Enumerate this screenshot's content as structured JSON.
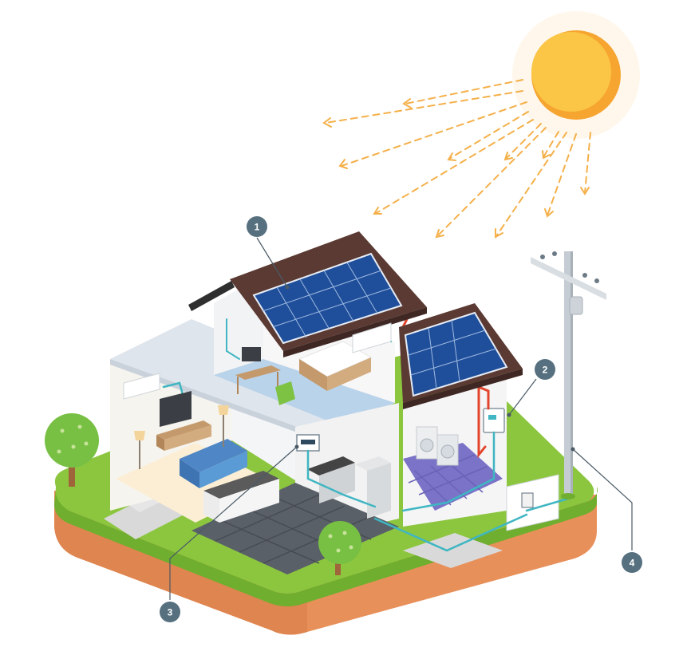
{
  "markers": [
    {
      "id": "1",
      "label": "1"
    },
    {
      "id": "2",
      "label": "2"
    },
    {
      "id": "3",
      "label": "3"
    },
    {
      "id": "4",
      "label": "4"
    }
  ],
  "colors": {
    "sun": "#f9b233",
    "sun_light": "#fcd25a",
    "ray": "#f4b04a",
    "marker": "#56707f",
    "grass": "#8cc63f",
    "grass_dark": "#6fae2e",
    "soil": "#e8905a",
    "soil_dark": "#d97b45",
    "roof": "#5b3a33",
    "panel": "#1f4f9b",
    "wall": "#f2f2f2",
    "floor_kitchen": "#555b63",
    "floor_laundry": "#7b73c8",
    "wire_red": "#e2452b",
    "wire_teal": "#3fb6c2",
    "sofa": "#5b9bd5"
  }
}
